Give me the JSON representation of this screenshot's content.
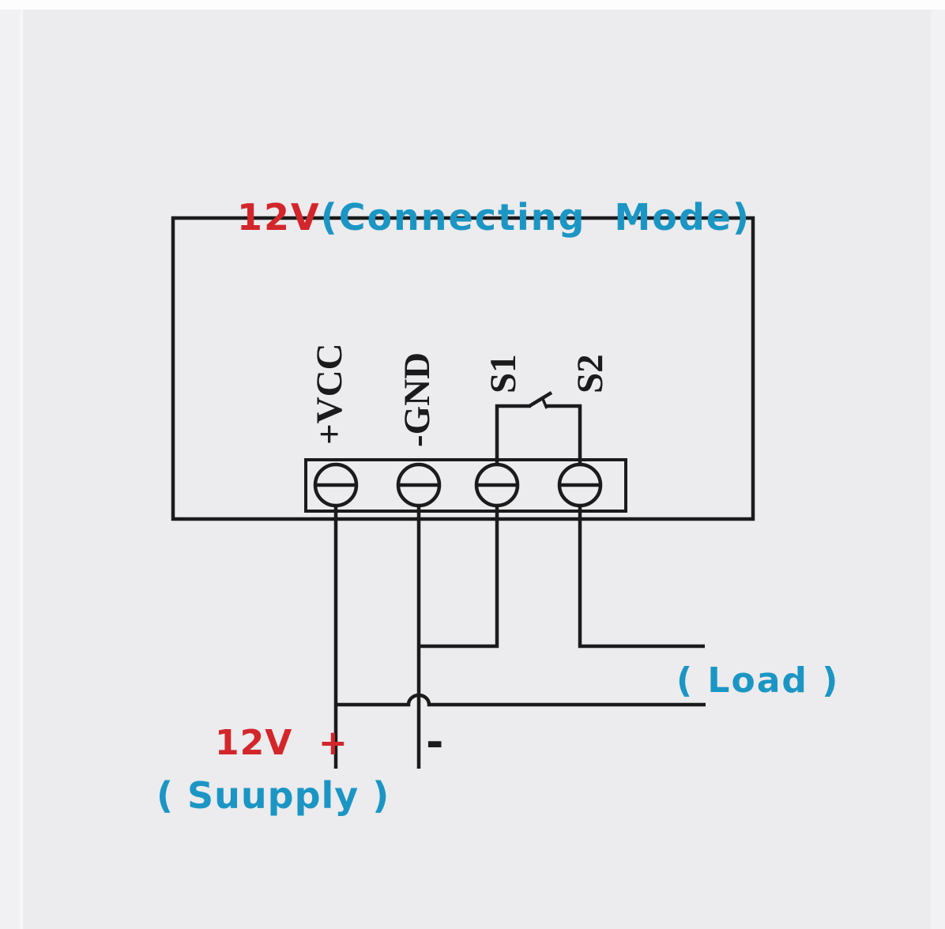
{
  "colors": {
    "background": "#ecebed",
    "line": "#1b1b1b",
    "accent_red": "#d2262b",
    "accent_cyan": "#1b96c4"
  },
  "title": {
    "voltage": "12V",
    "mode": "(Connecting  Mode)"
  },
  "module": {
    "terminals": [
      {
        "label": "+VCC"
      },
      {
        "label": "-GND"
      },
      {
        "label": "S1"
      },
      {
        "label": "S2"
      }
    ]
  },
  "labels": {
    "load": "( Load )",
    "supply_plus": "12V  +",
    "supply_minus": "-",
    "supply": "( Suupply )"
  }
}
